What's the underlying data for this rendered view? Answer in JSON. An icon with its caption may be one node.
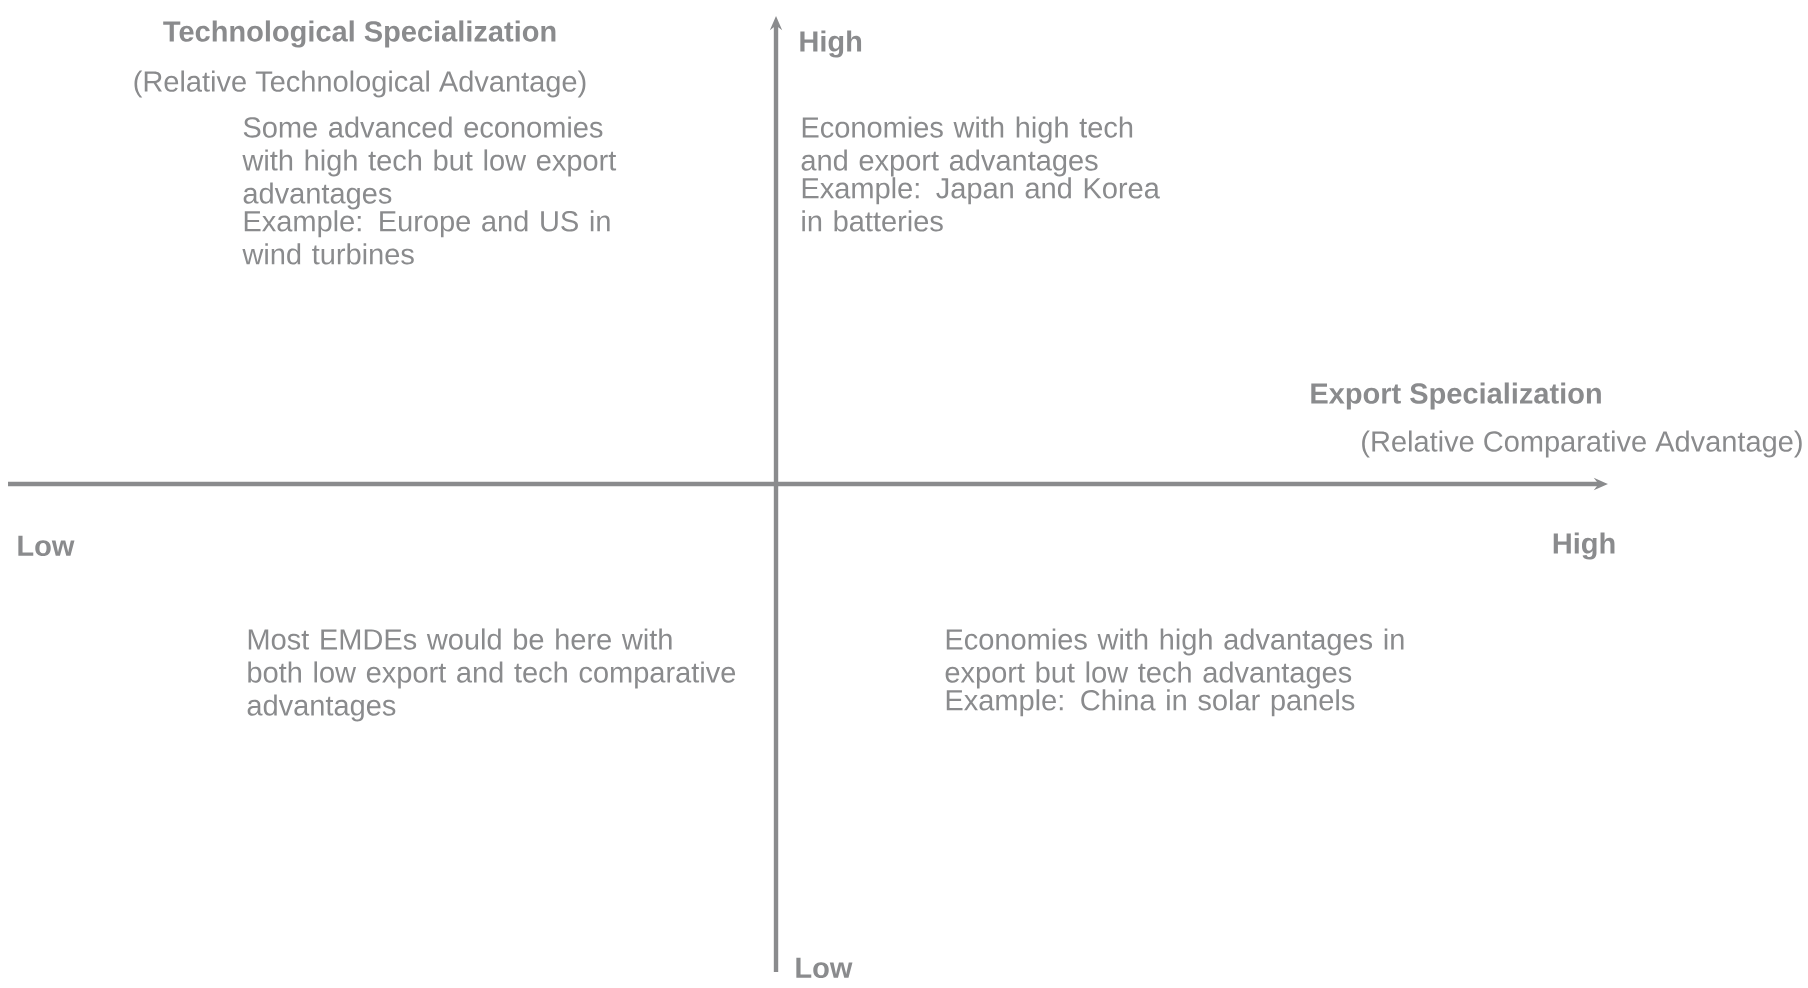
{
  "diagram": {
    "labels": [
      "Technological Specialization",
      "(Relative Technological Advantage)",
      "High",
      "Some advanced economies with high tech but low export advantages",
      "Example: Europe and US in wind turbines",
      "Economies with high tech and export advantages",
      "Example: Japan and Korea in batteries",
      "Export Specialization",
      "(Relative Comparative Advantage)",
      "Low",
      "High",
      "Most EMDEs would be here with both low export and tech comparative advantages",
      "Economies with high advantages in export but low tech advantages",
      "Example: China in solar panels",
      "Low"
    ]
  }
}
